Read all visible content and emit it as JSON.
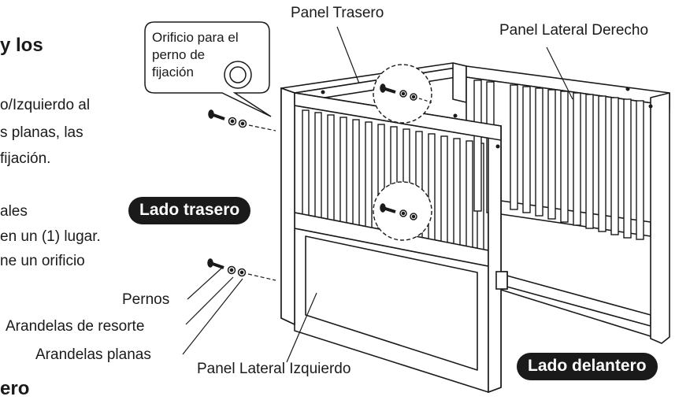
{
  "left_text": {
    "heading_fragment": "y los",
    "line1": "o/Izquierdo al",
    "line2": "s planas, las",
    "line3": "fijación.",
    "line4": "ales",
    "line5": "en un (1) lugar.",
    "line6": "ne un orificio",
    "bottom_fragment": "ero"
  },
  "bubble": {
    "line1": "Orificio para el",
    "line2": "perno de",
    "line3": "fijación"
  },
  "labels": {
    "panel_trasero": "Panel Trasero",
    "panel_lateral_derecho": "Panel Lateral Derecho",
    "panel_lateral_izquierdo": "Panel Lateral Izquierdo",
    "pernos": "Pernos",
    "arandelas_resorte": "Arandelas de resorte",
    "arandelas_planas": "Arandelas planas"
  },
  "badges": {
    "lado_trasero": "Lado trasero",
    "lado_delantero": "Lado delantero"
  }
}
